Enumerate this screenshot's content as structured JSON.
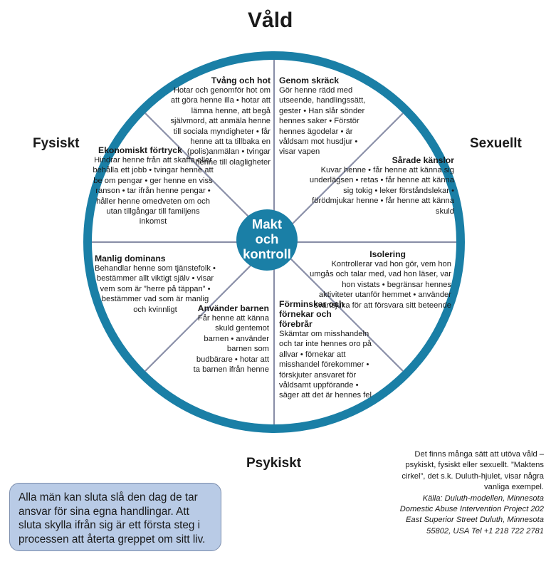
{
  "outer_labels": {
    "top": "Våld",
    "left": "Fysiskt",
    "right": "Sexuellt",
    "bottom": "Psykiskt"
  },
  "center": {
    "line1": "Makt",
    "line2": "och",
    "line3": "kontroll"
  },
  "segments": {
    "tvang": {
      "heading": "Tvång och hot",
      "text": "Hotar och genomför hot om att göra henne illa • hotar att lämna henne, att begå självmord, att anmäla henne till sociala myndigheter • får henne att ta tillbaka en (polis)anmälan • tvingar henne till olagligheter"
    },
    "skrack": {
      "heading": "Genom skräck",
      "text": "Gör henne rädd med utseende, handlingssätt, gester • Han slår sönder hennes saker • Förstör hennes ägodelar • är våldsam mot husdjur • visar vapen"
    },
    "ekonomiskt": {
      "heading": "Ekonomiskt förtryck",
      "text": "Hindrar henne från att skaffa eller behålla ett jobb • tvingar henne att be om pengar • ger henne en viss ranson • tar ifrån henne pengar • håller henne omedveten om och utan tillgångar till familjens inkomst"
    },
    "sarade": {
      "heading": "Sårade känslor",
      "text": "Kuvar henne • får henne att känna sig underlägsen • retas • får henne att känna sig tokig • leker förståndslekar • förödmjukar henne • får henne att känna skuld"
    },
    "manlig": {
      "heading": "Manlig dominans",
      "text": "Behandlar henne som tjänstefolk • bestämmer allt viktigt själv • visar vem som är ”herre på täppan” • bestämmer vad som är manlig och kvinnligt"
    },
    "isolering": {
      "heading": "Isolering",
      "text": "Kontrollerar vad hon gör, vem hon umgås och talar med, vad hon läser, var hon vistats • begränsar hennes aktiviteter utanför hemmet • använder svartsjuka för att försvara sitt beteende"
    },
    "barnen": {
      "heading": "Använder barnen",
      "text": "Får henne att känna skuld gentemot barnen • använder barnen som budbärare • hotar att ta barnen ifrån henne"
    },
    "forminskar": {
      "heading": "Förminskar och förnekar och förebrår",
      "text": "Skämtar om misshandeln och tar inte hennes oro på allvar • förnekar att misshandel förekommer • förskjuter ansvaret för våldsamt uppförande • säger att det är hennes fel"
    }
  },
  "note": {
    "description": "Det finns många sätt att utöva våld – psykiskt, fysiskt eller sexuellt. ”Maktens cirkel”, det s.k. Duluth-hjulet, visar några vanliga exempel.",
    "source": "Källa: Duluth-modellen, Minnesota Domestic Abuse Intervention Project 202 East Superior Street Duluth, Minnesota 55802, USA Tel +1 218 722 2781"
  },
  "message_box": {
    "text": "Alla män kan sluta slå den dag de tar ansvar för sina egna handlingar. Att sluta skylla ifrån sig är ett första steg i processen att återta greppet om sitt liv."
  },
  "colors": {
    "rim": "#1a7fa6",
    "hub": "#1a7fa6",
    "spokes": "#8a8fa8",
    "box_fill": "#b9cbe6"
  }
}
